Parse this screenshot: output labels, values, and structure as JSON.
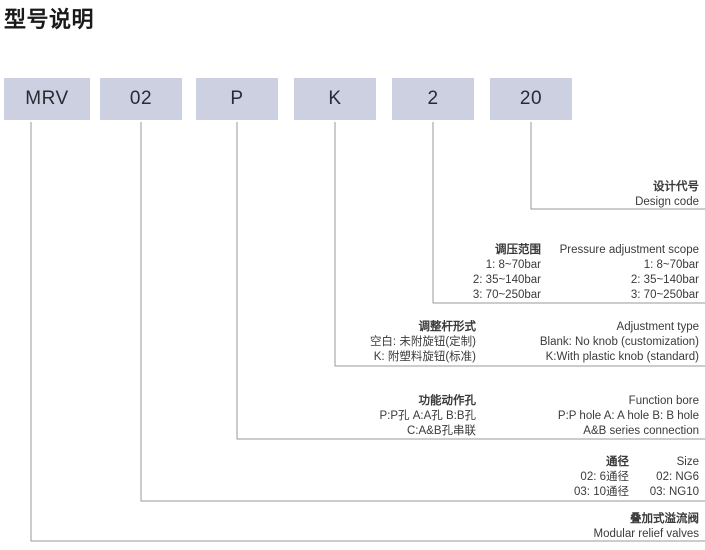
{
  "page": {
    "title": "型号说明",
    "box_fill": "#ccd0e0",
    "line_color": "#9a9a9a"
  },
  "code_boxes": [
    {
      "name": "series",
      "value": "MRV"
    },
    {
      "name": "size",
      "value": "02"
    },
    {
      "name": "function-bore",
      "value": "P"
    },
    {
      "name": "adjustment-type",
      "value": "K"
    },
    {
      "name": "pressure-scope",
      "value": "2"
    },
    {
      "name": "design-code",
      "value": "20"
    }
  ],
  "callouts": {
    "design_code": {
      "cn_title": "设计代号",
      "en_title": "Design code"
    },
    "pressure_scope": {
      "cn_title": "调压范围",
      "en_title": "Pressure adjustment scope",
      "rows": [
        {
          "cn": "1: 8~70bar",
          "en": "1: 8~70bar"
        },
        {
          "cn": "2: 35~140bar",
          "en": "2: 35~140bar"
        },
        {
          "cn": "3: 70~250bar",
          "en": "3: 70~250bar"
        }
      ]
    },
    "adjustment_type": {
      "cn_title": "调整杆形式",
      "en_title": "Adjustment type",
      "rows": [
        {
          "cn": "空白: 未附旋钮(定制)",
          "en": "Blank: No knob (customization)"
        },
        {
          "cn": "K: 附塑料旋钮(标准)",
          "en": "K:With plastic knob (standard)"
        }
      ]
    },
    "function_bore": {
      "cn_title": "功能动作孔",
      "en_title": "Function bore",
      "rows": [
        {
          "cn": "P:P孔  A:A孔  B:B孔",
          "en": "P:P hole   A: A hole   B: B hole"
        },
        {
          "cn": "C:A&B孔串联",
          "en": "A&B series connection"
        }
      ]
    },
    "size": {
      "cn_title": "通径",
      "en_title": "Size",
      "rows": [
        {
          "cn": "02: 6通径",
          "en": "02: NG6"
        },
        {
          "cn": "03: 10通径",
          "en": "03: NG10"
        }
      ]
    },
    "series": {
      "cn_title": "叠加式溢流阀",
      "en_title": "Modular relief valves"
    }
  }
}
